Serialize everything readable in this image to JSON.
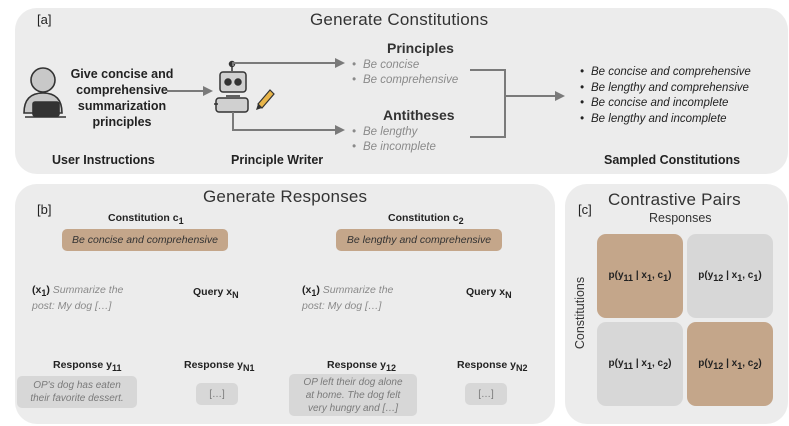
{
  "panel_a": {
    "tag": "[a]",
    "title": "Generate Constitutions",
    "user_text": [
      "Give concise and",
      "comprehensive",
      "summarization",
      "principles"
    ],
    "user_label": "User Instructions",
    "writer_label": "Principle Writer",
    "principles_title": "Principles",
    "principles": [
      "Be concise",
      "Be comprehensive"
    ],
    "antitheses_title": "Antitheses",
    "antitheses": [
      "Be lengthy",
      "Be incomplete"
    ],
    "sampled": [
      "Be concise and comprehensive",
      "Be lengthy and comprehensive",
      "Be concise and incomplete",
      "Be lengthy and incomplete"
    ],
    "sampled_label": "Sampled Constitutions"
  },
  "panel_b": {
    "tag": "[b]",
    "title": "Generate Responses",
    "c1_label": "Constitution c",
    "c1_sub": "1",
    "c1_text": "Be concise and comprehensive",
    "c2_label": "Constitution c",
    "c2_sub": "2",
    "c2_text": "Be lengthy and comprehensive",
    "x1_prefix": "(x",
    "x1_sub": "1",
    "x1_suffix": ")",
    "x1_text_a": "Summarize the",
    "x1_text_b": "post: My dog […]",
    "queryN": "Query x",
    "queryN_sub": "N",
    "resp_label": "Response y",
    "resp_11": "11",
    "resp_N1": "N1",
    "resp_12": "12",
    "resp_N2": "N2",
    "out_11": [
      "OP's dog has eaten",
      "their favorite dessert."
    ],
    "out_N1": "[…]",
    "out_12": [
      "OP left their dog alone",
      "at home. The dog felt",
      "very hungry and […]"
    ],
    "out_N2": "[…]"
  },
  "panel_c": {
    "tag": "[c]",
    "title": "Contrastive Pairs",
    "col_label": "Responses",
    "row_label": "Constitutions",
    "cells": [
      {
        "y": "11",
        "c": "1"
      },
      {
        "y": "12",
        "c": "1"
      },
      {
        "y": "11",
        "c": "2"
      },
      {
        "y": "12",
        "c": "2"
      }
    ],
    "cell_prefix": "p(y",
    "cell_mid": " | x",
    "cell_x": "1",
    "cell_mid2": ", c",
    "cell_end": ")"
  },
  "colors": {
    "panel": "#ececec",
    "brown": "#c4a68a",
    "cellgrey": "#d7d7d7",
    "arrow": "#7a7a7a"
  },
  "icons": [
    "user-icon",
    "robot-icon",
    "pencil-icon"
  ]
}
